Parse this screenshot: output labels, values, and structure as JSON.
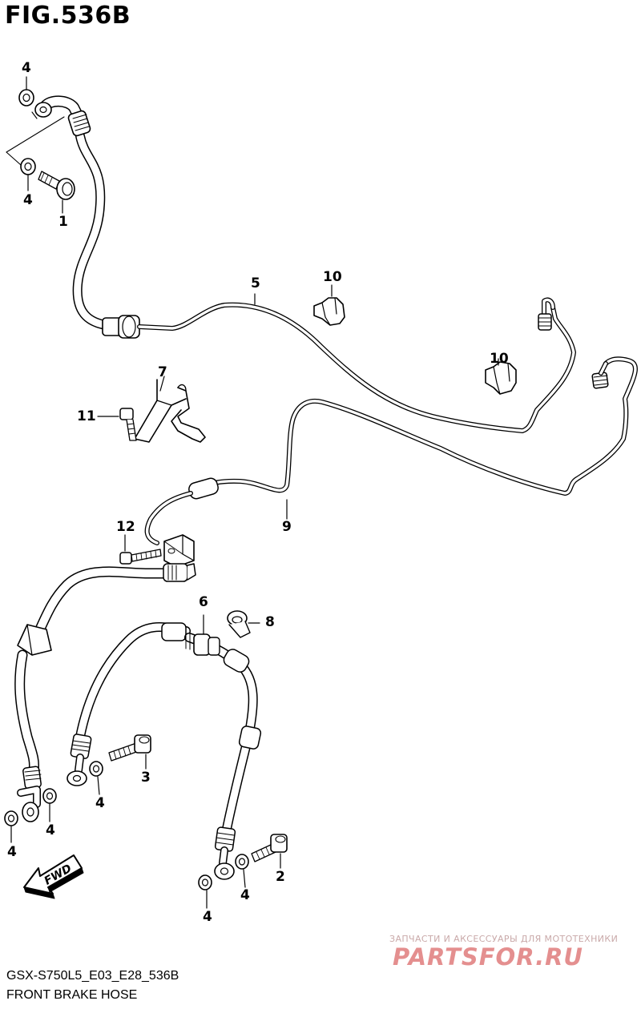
{
  "figure": {
    "title": "FIG.536B",
    "model_code": "GSX-S750L5_E03_E28_536B",
    "caption": "FRONT BRAKE HOSE"
  },
  "callouts": {
    "washer_top_a": "4",
    "washer_top_b": "4",
    "bolt_1": "1",
    "bolt_2": "2",
    "bolt_3": "3",
    "washer_lower_left": "4",
    "washer_lower_mid": "4",
    "washer_caliper_left": "4",
    "washer_caliper_right_a": "4",
    "washer_caliper_right_b": "4",
    "hose_5": "5",
    "grommet_6": "6",
    "bracket_7": "7",
    "clamp_8": "8",
    "pipe_9": "9",
    "clip_10_a": "10",
    "clip_10_b": "10",
    "screw_11": "11",
    "bolt_12": "12"
  },
  "arrow": {
    "label": "FWD"
  },
  "watermark": {
    "tagline": "ЗАПЧАСТИ И АКСЕССУАРЫ ДЛЯ МОТОТЕХНИКИ",
    "brand": "PARTSFOR.RU"
  },
  "colors": {
    "line": "#000000",
    "paper": "#ffffff",
    "watermark": "#e48f8f"
  }
}
